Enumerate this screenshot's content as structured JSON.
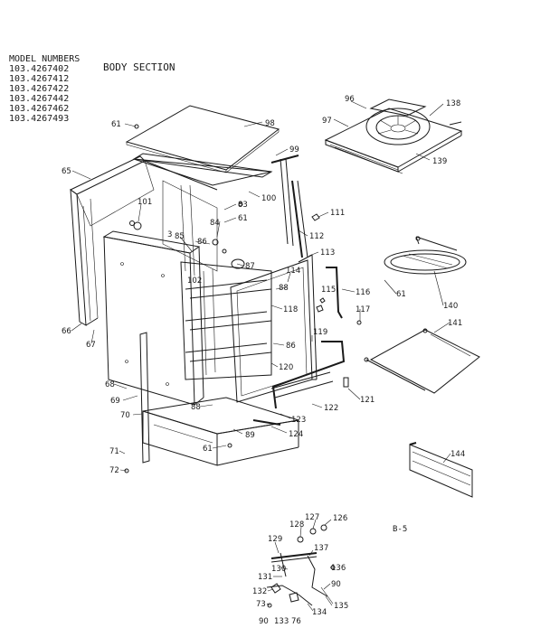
{
  "header": {
    "model_numbers_label": "MODEL NUMBERS",
    "models": [
      "103.4267402",
      "103.4267412",
      "103.4267422",
      "103.4267442",
      "103.4267462",
      "103.4267493"
    ]
  },
  "section_title": "BODY SECTION",
  "page_ref": "B-5",
  "callouts": {
    "c61a": "61",
    "c98": "98",
    "c96": "96",
    "c138": "138",
    "c97": "97",
    "c139": "139",
    "c65": "65",
    "c99": "99",
    "c101": "101",
    "c83": "83",
    "c61b": "61",
    "c84": "84",
    "c100": "100",
    "c111": "111",
    "c112": "112",
    "c3": "3",
    "c85": "85",
    "c86a": "86",
    "c87": "87",
    "c113": "113",
    "c102": "102",
    "c114": "114",
    "c88a": "88",
    "c115": "115",
    "c116": "116",
    "c61c": "61",
    "c140": "140",
    "c118": "118",
    "c117": "117",
    "c141": "141",
    "c66": "66",
    "c67": "67",
    "c119": "119",
    "c86b": "86",
    "c120": "120",
    "c68": "68",
    "c69": "69",
    "c121": "121",
    "c70": "70",
    "c88b": "88",
    "c122": "122",
    "c123": "123",
    "c89": "89",
    "c124": "124",
    "c61d": "61",
    "c71": "71",
    "c72": "72",
    "c144": "144",
    "c127": "127",
    "c126": "126",
    "c128": "128",
    "c129": "129",
    "c137": "137",
    "c130": "130",
    "c136": "136",
    "c131": "131",
    "c90a": "90",
    "c132": "132",
    "c73": "73",
    "c135": "135",
    "c134": "134",
    "c90b": "90",
    "c133": "133",
    "c76": "76"
  }
}
